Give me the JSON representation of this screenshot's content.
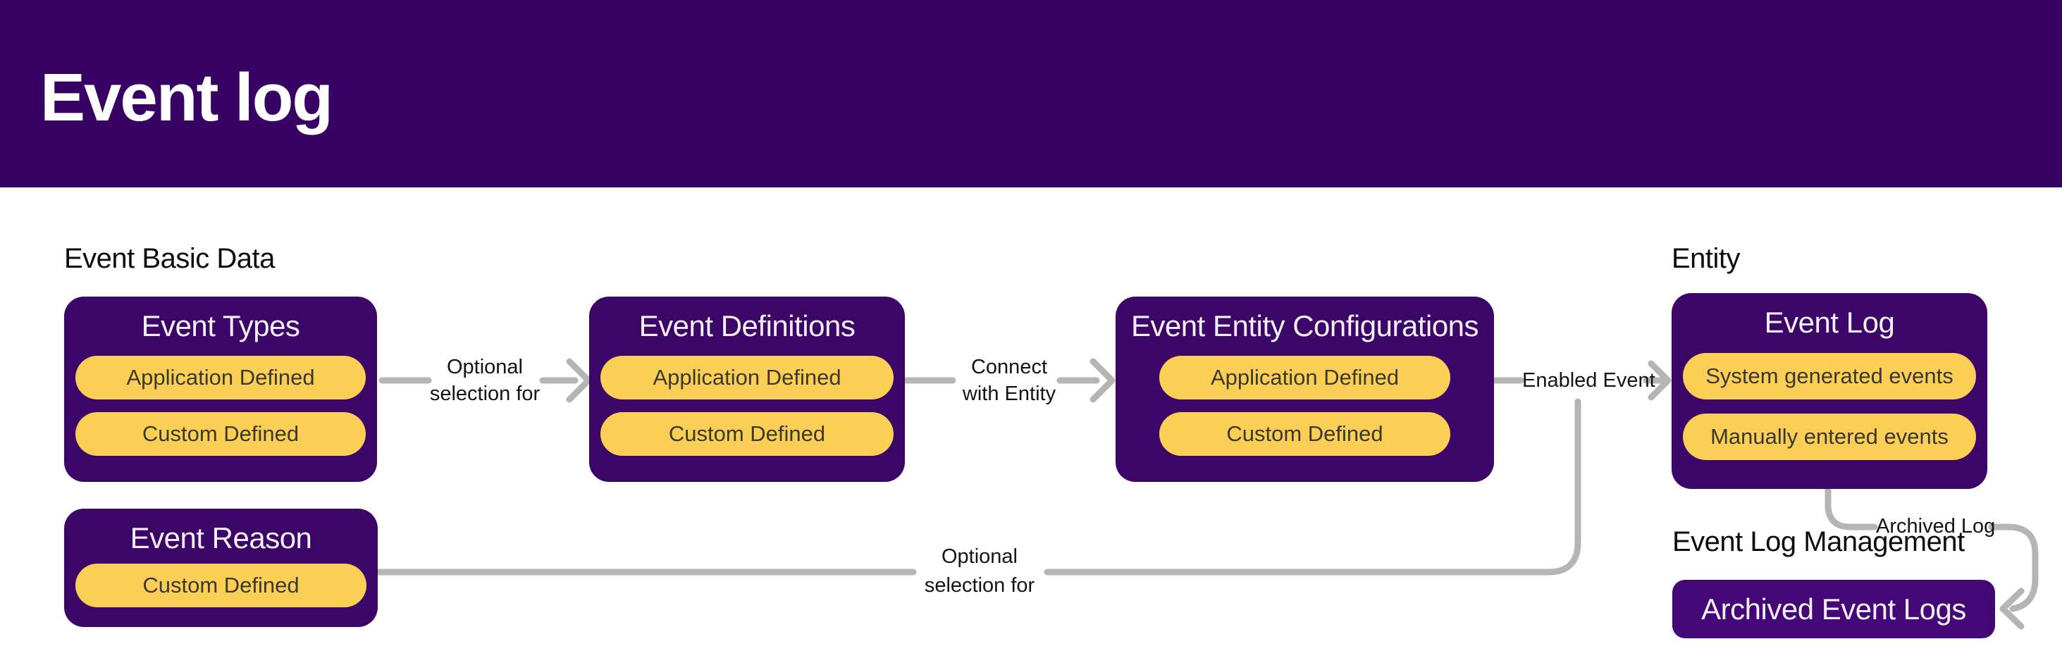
{
  "header": {
    "title": "Event log"
  },
  "section_labels": {
    "event_basic_data": "Event Basic Data",
    "entity": "Entity",
    "event_log_management": "Event Log Management"
  },
  "nodes": {
    "event_types": {
      "title": "Event Types",
      "pills": [
        "Application Defined",
        "Custom Defined"
      ]
    },
    "event_definitions": {
      "title": "Event Definitions",
      "pills": [
        "Application Defined",
        "Custom Defined"
      ]
    },
    "event_entity_configurations": {
      "title": "Event Entity Configurations",
      "pills": [
        "Application Defined",
        "Custom Defined"
      ]
    },
    "event_log": {
      "title": "Event Log",
      "pills": [
        "System generated events",
        "Manually entered events"
      ]
    },
    "event_reason": {
      "title": "Event Reason",
      "pills": [
        "Custom Defined"
      ]
    },
    "archived_event_logs": {
      "title": "Archived Event Logs"
    }
  },
  "connector_labels": {
    "optional_selection_for_1": {
      "line1": "Optional",
      "line2": "selection for"
    },
    "connect_with_entity": {
      "line1": "Connect",
      "line2": "with Entity"
    },
    "enabled_event": "Enabled Event",
    "optional_selection_for_2": {
      "line1": "Optional",
      "line2": "selection for"
    },
    "archived_log": "Archived Log"
  },
  "colors": {
    "header_bg": "#380264",
    "node_bg": "#3B0667",
    "archived_node_bg": "#430875",
    "pill_bg": "#FBCE55",
    "pill_text": "#3B382D",
    "node_title_text": "#F4F0FA",
    "heading_text": "#0D0D0D",
    "connector_gray": "#B5B5B5"
  }
}
